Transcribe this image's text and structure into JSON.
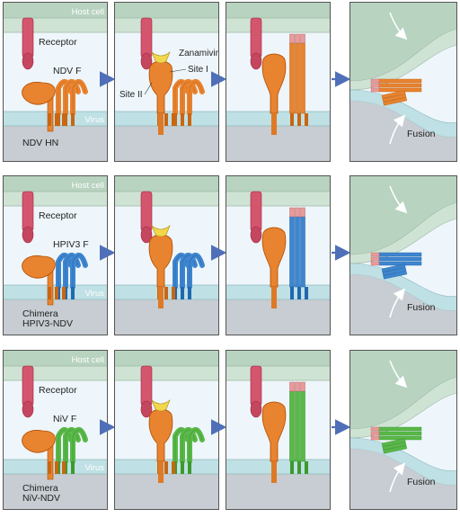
{
  "colors": {
    "host_membrane": "#cfe3d4",
    "host_cytoplasm": "#b8d3c0",
    "extracellular": "#eef6fb",
    "virus_membrane": "#bfe0e4",
    "virus_interior": "#c7cdd2",
    "receptor": "#d4556e",
    "hn_head": "#e8832f",
    "ndv_f": "#e8832f",
    "hpiv3_f": "#3f86cf",
    "niv_f": "#5ab84a",
    "zanamivir": "#f2d64b",
    "arrow": "#4f6fb8",
    "fusion_peptide": "#e99a9a"
  },
  "rows": [
    {
      "host_label": "Host cell",
      "virus_label": "Virus",
      "receptor_label": "Receptor",
      "f_label": "NDV F",
      "hn_label": "NDV HN",
      "chimera_label": "",
      "zanamivir_label": "Zanamivir",
      "site1_label": "Site I",
      "site2_label": "Site II",
      "fusion_label": "Fusion"
    },
    {
      "host_label": "Host cell",
      "virus_label": "Virus",
      "receptor_label": "Receptor",
      "f_label": "HPIV3 F",
      "hn_label": "",
      "chimera_label": "Chimera\nHPIV3-NDV",
      "zanamivir_label": "",
      "site1_label": "",
      "site2_label": "",
      "fusion_label": "Fusion"
    },
    {
      "host_label": "Host cell",
      "virus_label": "Virus",
      "receptor_label": "Receptor",
      "f_label": "NiV F",
      "hn_label": "",
      "chimera_label": "Chimera\nNiV-NDV",
      "zanamivir_label": "",
      "site1_label": "",
      "site2_label": "",
      "fusion_label": "Fusion"
    }
  ]
}
